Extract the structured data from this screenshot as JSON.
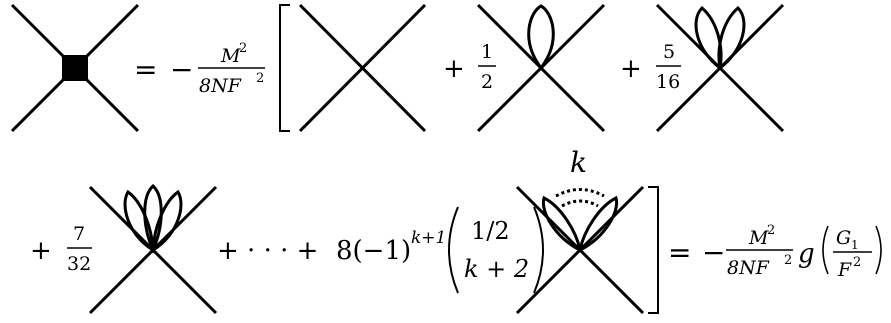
{
  "equation": {
    "lhs_equals": "=",
    "prefactor": {
      "sign": "−",
      "numerator_base": "M",
      "numerator_exp": "2",
      "denominator_base": "8NF",
      "denominator_exp": "2"
    },
    "terms_row1": [
      {
        "plus": "",
        "coef_num": "",
        "coef_den": "",
        "petals": 0
      },
      {
        "plus": "+",
        "coef_num": "1",
        "coef_den": "2",
        "petals": 1
      },
      {
        "plus": "+",
        "coef_num": "5",
        "coef_den": "16",
        "petals": 2
      }
    ],
    "terms_row2": [
      {
        "plus": "+",
        "coef_num": "7",
        "coef_den": "32",
        "petals": 3
      }
    ],
    "ellipsis": "+ · · · +",
    "general_term": {
      "coefficient": "8(−1)",
      "exponent": "k+1",
      "binom_top": "1/2",
      "binom_bottom": "k + 2",
      "loop_label": "k"
    },
    "rhs": {
      "equals": "=",
      "sign": "−",
      "numerator_base": "M",
      "numerator_exp": "2",
      "denominator_base": "8NF",
      "denominator_exp": "2",
      "function": "g",
      "arg_numerator_base": "G",
      "arg_numerator_sub": "1",
      "arg_denominator_base": "F",
      "arg_denominator_exp": "2"
    }
  }
}
